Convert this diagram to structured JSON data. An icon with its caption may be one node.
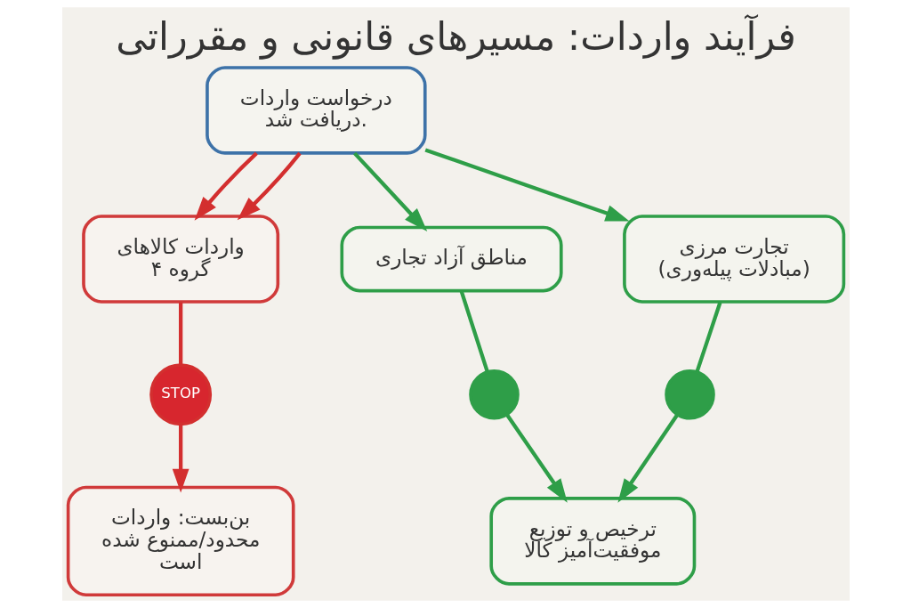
{
  "diagram": {
    "title": "فرآیند واردات: مسیرهای قانونی و مقرراتی",
    "nodes": [
      {
        "text": [
          "درخواست واردات دریافت شد."
        ]
      },
      {
        "text": [
          "واردات کالاهای گروه ۴"
        ]
      },
      {
        "text": [
          "STOP"
        ]
      },
      {
        "text": [
          "بن‌بست: واردات محدود/ممنوع شده است"
        ]
      },
      {
        "text": [
          "مناطق آزاد تجاری"
        ]
      },
      {
        "text": [
          "تجارت مرزی (مبادلات پیله‌وری)"
        ]
      },
      {
        "text": [],
        "shape": "circle"
      },
      {
        "text": [],
        "shape": "circle"
      },
      {
        "text": [
          "ترخیص و توزیع موفقیت‌آمیز کالا"
        ]
      }
    ],
    "edges": [
      {
        "from": 0,
        "to": 1,
        "arrow": "to",
        "color": "#d32f2f"
      },
      {
        "from": 0,
        "to": 1,
        "arrow": "to",
        "color": "#d32f2f"
      },
      {
        "from": 1,
        "to": 2,
        "arrow": "none",
        "color": "#d32f2f"
      },
      {
        "from": 2,
        "to": 3,
        "arrow": "to",
        "color": "#d32f2f"
      },
      {
        "from": 0,
        "to": 4,
        "arrow": "to"
      },
      {
        "from": 0,
        "to": 5,
        "arrow": "to"
      },
      {
        "from": 4,
        "to": 6,
        "arrow": "none"
      },
      {
        "from": 6,
        "to": 8,
        "arrow": "to"
      },
      {
        "from": 5,
        "to": 7,
        "arrow": "none"
      },
      {
        "from": 7,
        "to": 8,
        "arrow": "to"
      }
    ]
  }
}
